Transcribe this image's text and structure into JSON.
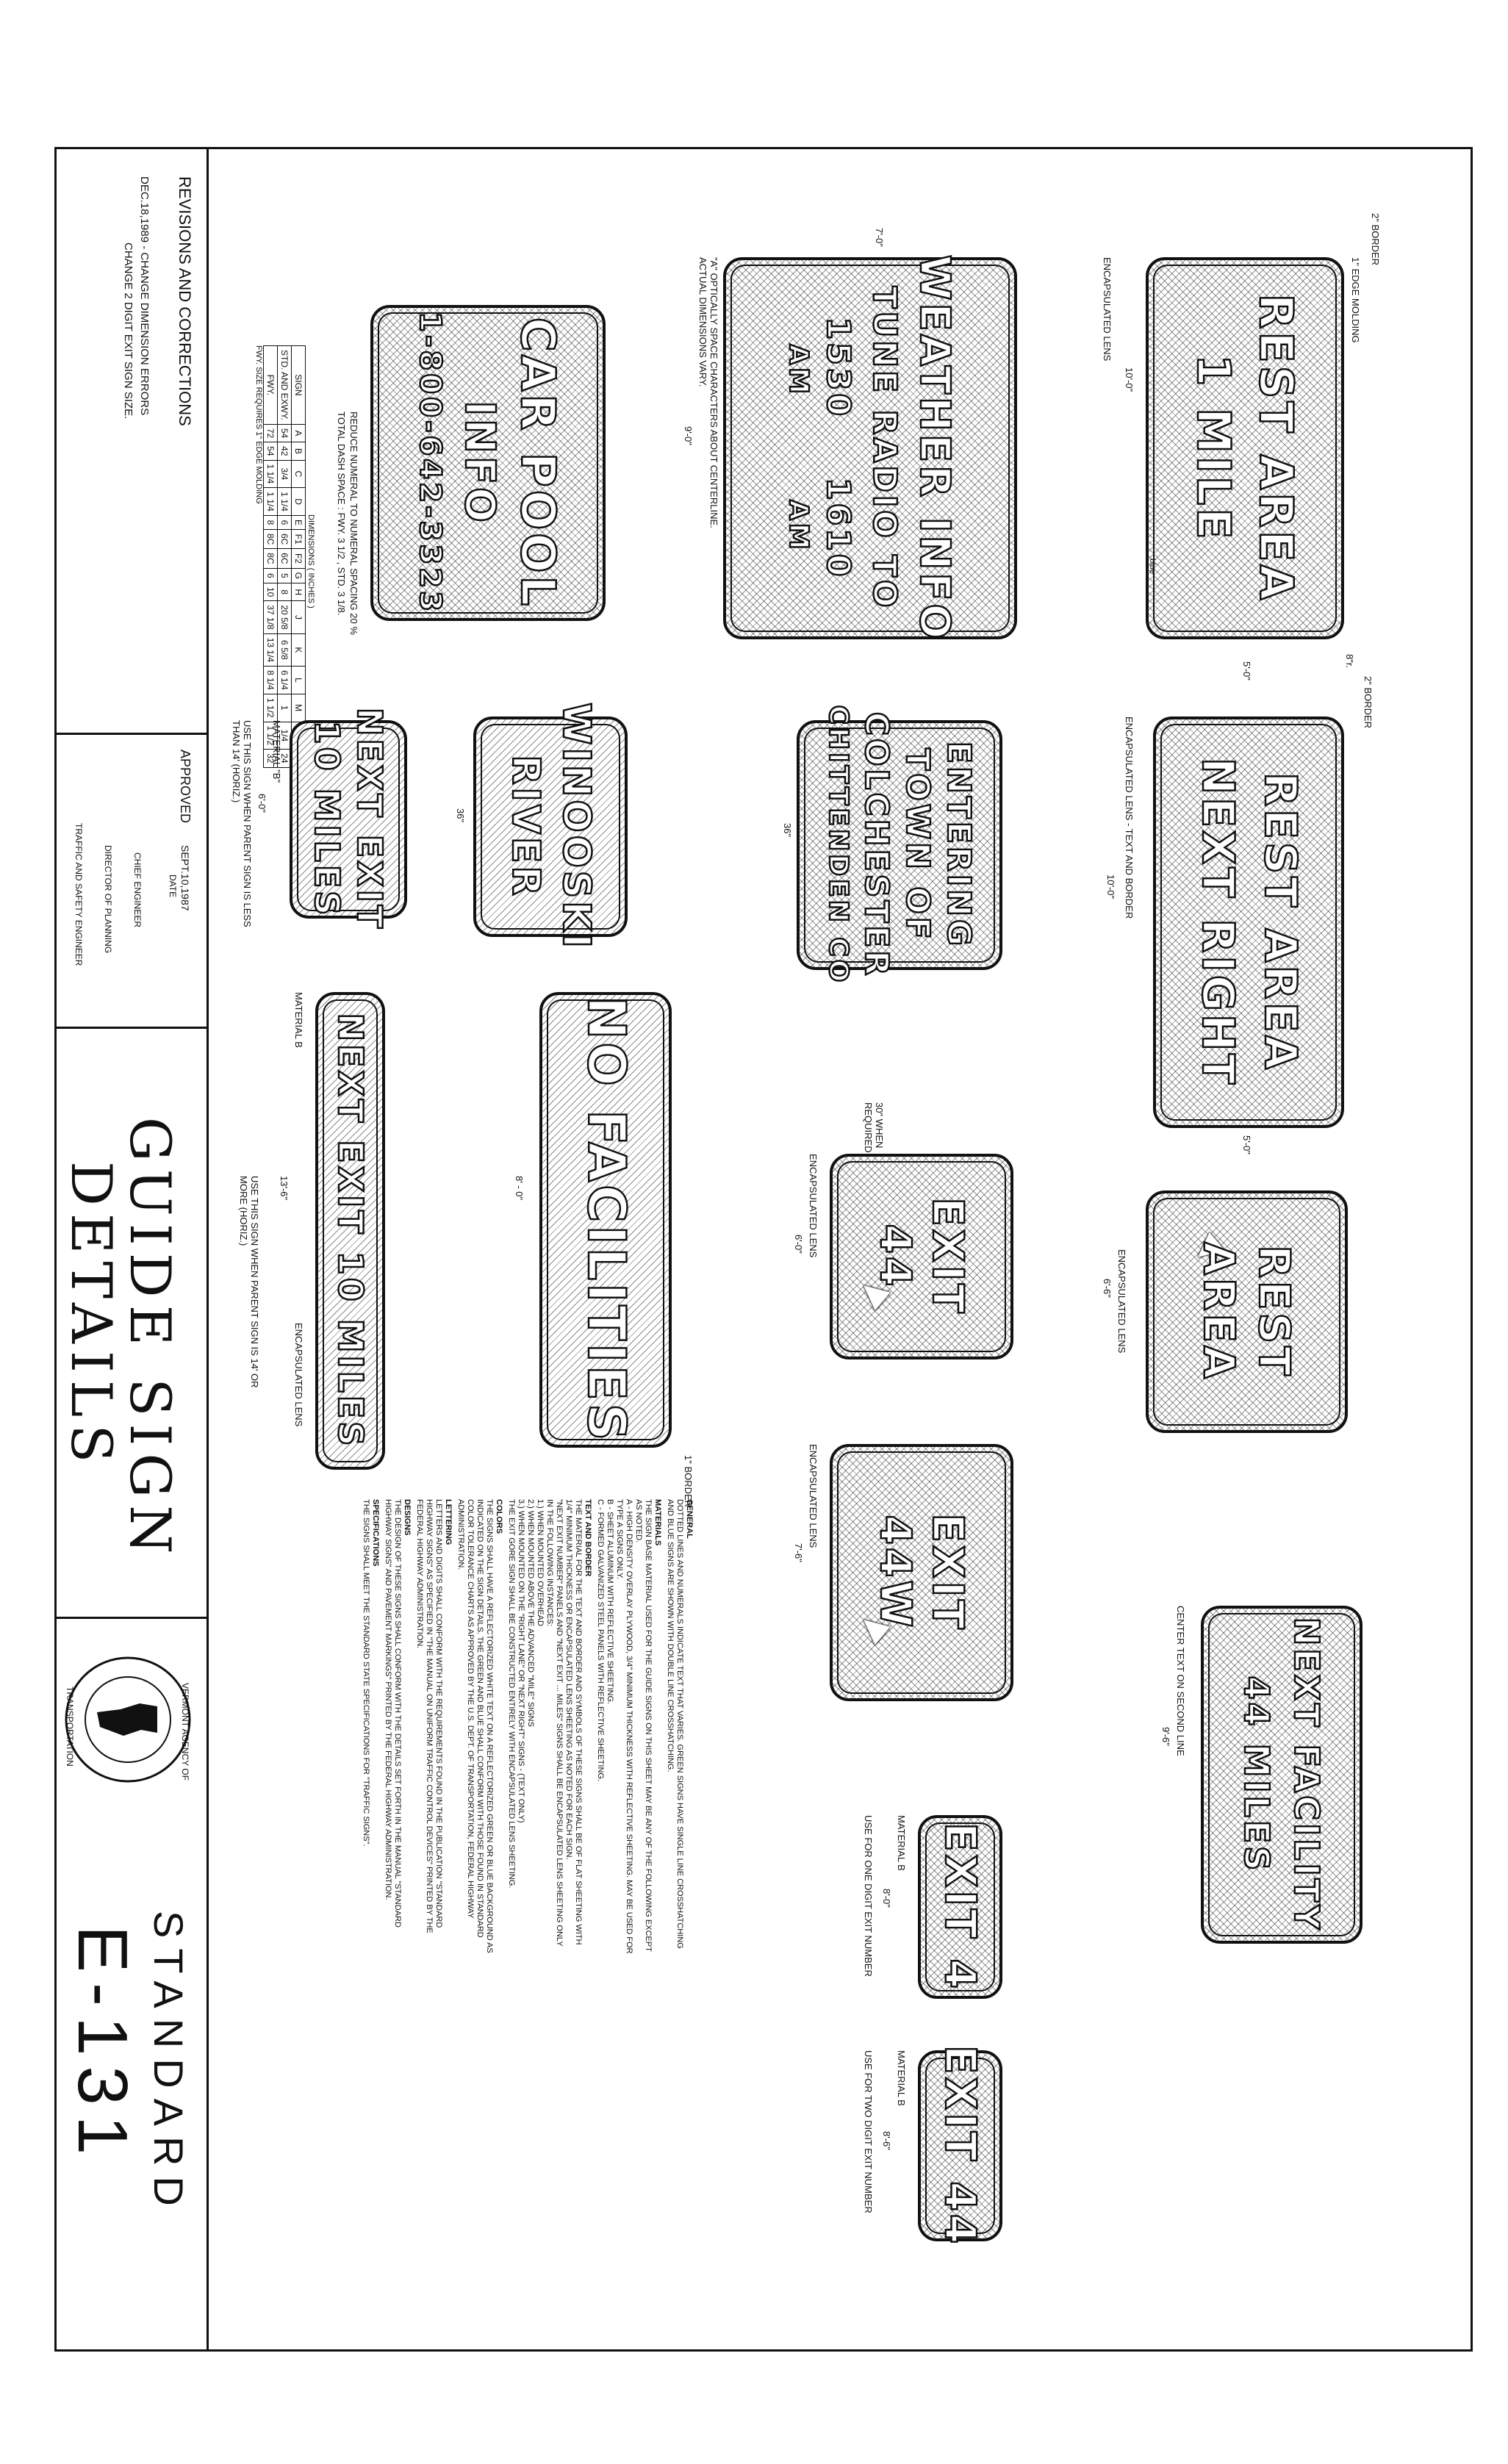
{
  "signs": {
    "rest_area_1_mile": {
      "line1": "REST AREA",
      "line2": "1 MILE",
      "color": "blue",
      "width": "10'-0\"",
      "height": "5'-0\"",
      "lens": "ENCAPSULATED LENS",
      "molding": "1\" EDGE MOLDING",
      "border": "2\" BORDER",
      "radius": "8\"r."
    },
    "weather_info": {
      "line1": "WEATHER INFO",
      "line2": "TUNE RADIO TO",
      "line3a": "1530",
      "line3b": "1610",
      "line4a": "AM",
      "line4b": "AM",
      "color": "blue",
      "width": "9'-0\"",
      "height": "7'-0\"",
      "note": "\"A\" OPTICALLY SPACE CHARACTERS ABOUT CENTERLINE. ACTUAL DIMENSIONS VARY."
    },
    "car_pool": {
      "line1": "CAR POOL",
      "line2": "INFO",
      "line3": "1-800-642-3323",
      "color": "blue",
      "note1": "REDUCE NUMERAL TO NUMERAL SPACING 20 %",
      "note2": "TOTAL DASH SPACE : FWY. 3 1/2 , STD. 3 1/8."
    },
    "rest_area_next_right": {
      "line1": "REST AREA",
      "line2": "NEXT RIGHT",
      "color": "blue",
      "width": "10'-0\"",
      "height": "5'-0\"",
      "lens": "ENCAPSULATED LENS - TEXT AND BORDER",
      "border": "2\" BORDER"
    },
    "entering": {
      "line1": "ENTERING",
      "line2": "TOWN OF",
      "line3": "COLCHESTER",
      "line4": "CHITTENDEN CO",
      "color": "green",
      "width": "36\"",
      "note": "30\" WHEN REQUIRED"
    },
    "winooski": {
      "line1": "WINOOSKI",
      "line2": "RIVER",
      "color": "green",
      "width": "36\""
    },
    "next_exit_10_miles": {
      "line1": "NEXT EXIT",
      "line2": "10 MILES",
      "color": "green",
      "width": "6'-0\"",
      "material": "MATERIAL \"B\"",
      "usage": "USE THIS SIGN WHEN PARENT SIGN IS LESS THAN 14' (HORIZ.)"
    },
    "no_facilities": {
      "text": "NO FACILITIES",
      "width": "8' - 0\"",
      "border": "1\" BORDER"
    },
    "exit_44": {
      "line1": "EXIT",
      "line2": "44",
      "color": "green",
      "width": "6'-0\"",
      "lens": "ENCAPSULATED LENS"
    },
    "exit_44w": {
      "line1": "EXIT",
      "line2": "44W",
      "color": "green",
      "width": "7'-6\"",
      "lens": "ENCAPSULATED LENS"
    },
    "next_exit_10_miles_long": {
      "text": "NEXT EXIT 10 MILES",
      "color": "green",
      "width": "13'-6\"",
      "material": "MATERIAL B",
      "lens": "ENCAPSULATED LENS",
      "usage": "USE THIS SIGN WHEN PARENT SIGN IS 14' OR MORE (HORIZ.)"
    },
    "rest_area_arrow": {
      "line1": "REST",
      "line2": "AREA",
      "color": "blue",
      "width": "6'-6\"",
      "lens": "ENCAPSULATED LENS"
    },
    "next_facility": {
      "line1": "NEXT FACILITY",
      "line2a": "44",
      "line2b": "MILES",
      "color": "blue",
      "width": "9'-6\"",
      "note": "CENTER TEXT ON SECOND LINE"
    },
    "exit_4": {
      "text": "EXIT 4",
      "color": "green",
      "width": "8'-0\"",
      "usage": "USE FOR ONE DIGIT EXIT NUMBER",
      "material": "MATERIAL B"
    },
    "exit_44_plaque": {
      "text": "EXIT 44",
      "color": "green",
      "width": "8'-6\"",
      "usage": "USE FOR TWO DIGIT EXIT NUMBER",
      "material": "MATERIAL B"
    }
  },
  "dims_table": {
    "headers": [
      "SIGN",
      "A",
      "B",
      "C",
      "D",
      "E",
      "F1",
      "F2",
      "G",
      "H",
      "J",
      "K",
      "L",
      "M",
      "N",
      "P"
    ],
    "rows": [
      [
        "STD. AND EXWY.",
        "54",
        "42",
        "3/4",
        "1 1/4",
        "6",
        "6C",
        "6C",
        "5",
        "8",
        "20 5/8",
        "6 5/8",
        "6 1/4",
        "1",
        "1/4",
        "24"
      ],
      [
        "FWY.",
        "72",
        "54",
        "1 1/4",
        "1 1/4",
        "8",
        "8C",
        "8C",
        "6",
        "10",
        "37 1/8",
        "13 1/4",
        "8 1/4",
        "1 1/2",
        "1 1/2",
        "32"
      ]
    ],
    "caption": "DIMENSIONS ( INCHES )",
    "footnote": "FWY. SIZE REQUIRES 1\" EDGE MOLDING"
  },
  "revisions": {
    "title": "REVISIONS AND CORRECTIONS",
    "line1": "DEC.18,1989 - CHANGE DIMENSION ERRORS",
    "line2": "CHANGE 2 DIGIT EXIT SIGN SIZE."
  },
  "approved": {
    "label": "APPROVED",
    "date": "SEPT.10,1987",
    "date_label": "DATE",
    "chief": "CHIEF ENGINEER",
    "planning": "DIRECTOR OF PLANNING",
    "traffic": "TRAFFIC AND SAFETY ENGINEER"
  },
  "title": {
    "line1": "GUIDE SIGN",
    "line2": "DETAILS"
  },
  "agency": {
    "top": "VERMONT AGENCY OF",
    "bottom": "TRANSPORTATION"
  },
  "standard": {
    "label": "STANDARD",
    "number": "E-131"
  },
  "notes": {
    "general_h": "GENERAL",
    "general": "DOTTED LINES AND NUMERALS INDICATE TEXT THAT VARIES. GREEN SIGNS HAVE SINGLE LINE CROSSHATCHING AND BLUE SIGNS ARE SHOWN WITH DOUBLE LINE CROSSHATCHING.",
    "materials_h": "MATERIALS",
    "materials": "THE SIGN BASE MATERIAL USED FOR THE GUIDE SIGNS ON THIS SHEET MAY BE ANY OF THE FOLLOWING EXCEPT AS NOTED.",
    "mat_a": "A - HIGH DENSITY OVERLAY PLYWOOD, 3/4\" MINIMUM THICKNESS WITH REFLECTIVE SHEETING. MAY BE USED FOR TYPE A SIGNS ONLY.",
    "mat_b": "B - SHEET ALUMINUM WITH REFLECTIVE SHEETING.",
    "mat_c": "C - FORMED GALVANIZED STEEL PANELS WITH REFLECTIVE SHEETING.",
    "text_h": "TEXT AND BORDER",
    "text": "THE MATERIAL FOR THE TEXT AND BORDER AND SYMBOLS OF THESE SIGNS SHALL BE OF FLAT SHEETING WITH 1/4\" MINIMUM THICKNESS OR ENCAPSULATED LENS SHEETING AS NOTED FOR EACH SIGN.",
    "mount": "\"NEXT EXIT NUMBER\" PANELS AND \"NEXT EXIT ... MILES\" SIGNS SHALL BE ENCAPSULATED LENS SHEETING ONLY IN THE FOLLOWING INSTANCES:",
    "mount1": "1.) WHEN MOUNTED OVERHEAD",
    "mount2": "2.) WHEN MOUNTED ABOVE THE ADVANCED \"MILE\" SIGNS",
    "mount3": "3.) WHEN MOUNTED ON THE \"RIGHT LANE\" OR \"NEXT RIGHT\" SIGNS - (TEXT ONLY)",
    "mount4": "THE EXIT GORE SIGN SHALL BE CONSTRUCTED ENTIRELY WITH ENCAPSULATED LENS SHEETING.",
    "colors_h": "COLORS",
    "colors": "THE SIGNS SHALL HAVE A REFLECTORIZED WHITE TEXT ON A REFLECTORIZED GREEN OR BLUE BACKGROUND AS INDICATED ON THE SIGN DETAILS. THE GREEN AND BLUE SHALL CONFORM WITH THOSE FOUND IN STANDARD COLOR TOLERANCE CHARTS AS APPROVED BY THE U.S. DEPT. OF TRANSPORTATION, FEDERAL HIGHWAY ADMINISTRATION.",
    "letter_h": "LETTERING",
    "letter": "LETTERS AND DIGITS SHALL CONFORM WITH THE REQUIREMENTS FOUND IN THE PUBLICATION \"STANDARD HIGHWAY SIGNS\" AS SPECIFIED IN \"THE MANUAL ON UNIFORM TRAFFIC CONTROL DEVICES\" PRINTED BY THE FEDERAL HIGHWAY ADMINISTRATION.",
    "design_h": "DESIGNS",
    "design": "THE DESIGN OF THESE SIGNS SHALL CONFORM WITH THE DETAILS SET FORTH IN THE MANUAL \"STANDARD HIGHWAY SIGNS\" AND PAVEMENT MARKINGS\" PRINTED BY THE FEDERAL HIGHWAY ADMINISTRATION.",
    "spec_h": "SPECIFICATIONS",
    "spec": "THE SIGNS SHALL MEET THE STANDARD STATE SPECIFICATIONS FOR \"TRAFFIC SIGNS\"."
  },
  "colors": {
    "ink": "#111111",
    "paper": "#ffffff"
  }
}
